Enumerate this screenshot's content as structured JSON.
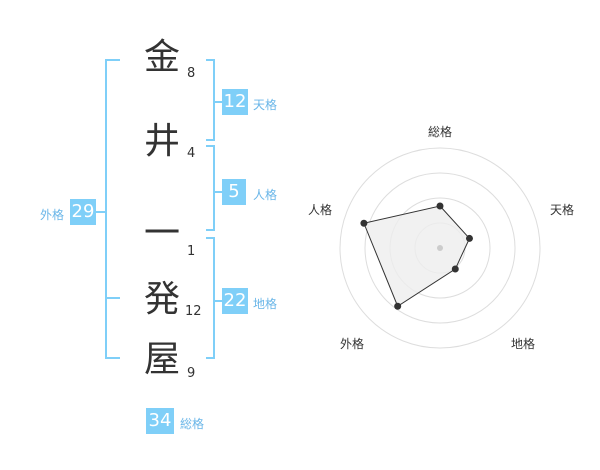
{
  "name": {
    "chars": [
      {
        "char": "金",
        "strokes": "8"
      },
      {
        "char": "井",
        "strokes": "4"
      },
      {
        "char": "一",
        "strokes": "1"
      },
      {
        "char": "発",
        "strokes": "12"
      },
      {
        "char": "屋",
        "strokes": "9"
      }
    ]
  },
  "fortune": {
    "tenkaku": {
      "value": "12",
      "label": "天格"
    },
    "jinkaku": {
      "value": "5",
      "label": "人格"
    },
    "chikaku": {
      "value": "22",
      "label": "地格"
    },
    "gaikaku": {
      "value": "29",
      "label": "外格"
    },
    "soukaku": {
      "value": "34",
      "label": "総格"
    }
  },
  "colors": {
    "accent": "#7fcff8",
    "label": "#6ab6e8",
    "ring": "#dddddd",
    "fill": "#eeeeee"
  },
  "chart_data": {
    "type": "radar",
    "axes": [
      "総格",
      "天格",
      "地格",
      "外格",
      "人格"
    ],
    "values": [
      0.42,
      0.31,
      0.26,
      0.72,
      0.8
    ],
    "max": 1,
    "rings": 4
  }
}
